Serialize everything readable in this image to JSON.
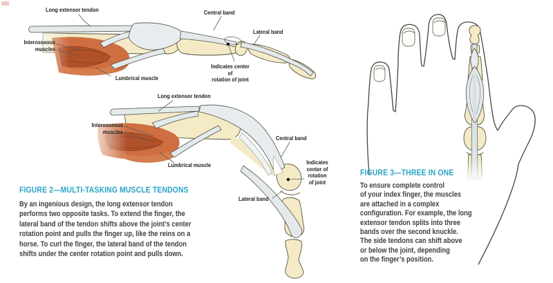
{
  "colors": {
    "heading_teal": "#29a4c7",
    "body_text": "#414042",
    "bone": "#f4ebc6",
    "tendon": "#e4eaeb",
    "muscle": "#cf6f41",
    "muscle_dark": "#b05129",
    "outline": "#4a4840"
  },
  "diagram1": {
    "name": "extended-finger-side-view",
    "labels": {
      "long_extensor_tendon": "Long extensor tendon",
      "central_band": "Central band",
      "lateral_band": "Lateral band",
      "interosseous_muscles": "Interosseous\nmuscles",
      "lumbrical_muscle": "Lumbrical muscle",
      "rotation_note": "Indicates center of\nrotation of joint"
    }
  },
  "diagram2": {
    "name": "curled-finger-side-view",
    "labels": {
      "long_extensor_tendon": "Long extensor tendon",
      "interosseous_muscles": "Interosseous\nmuscles",
      "central_band": "Central band",
      "lumbrical_muscle": "Lumbrical muscle",
      "rotation_note": "Indicates\ncenter of\nrotation\nof joint",
      "lateral_band": "Lateral band"
    }
  },
  "figure2": {
    "heading": "FIGURE 2—MULTI-TASKING MUSCLE TENDONS",
    "body": "By an ingenious design, the long extensor tendon\nperforms two opposite tasks. To extend the finger, the\nlateral band of the tendon shifts above the joint’s center\nrotation point and pulls the finger up, like the reins on a\nhorse. To curl the finger, the lateral band of the tendon\nshifts under the center rotation point and pulls down."
  },
  "figure3": {
    "heading": "FIGURE 3—THREE IN ONE",
    "body": "To ensure complete control\nof your index finger, the muscles\nare attached in a complex\nconfiguration. For example, the long\nextensor tendon splits into three\nbands over the second knuckle.\nThe side tendons can shift above\nor below the joint, depending\non the finger’s position."
  }
}
